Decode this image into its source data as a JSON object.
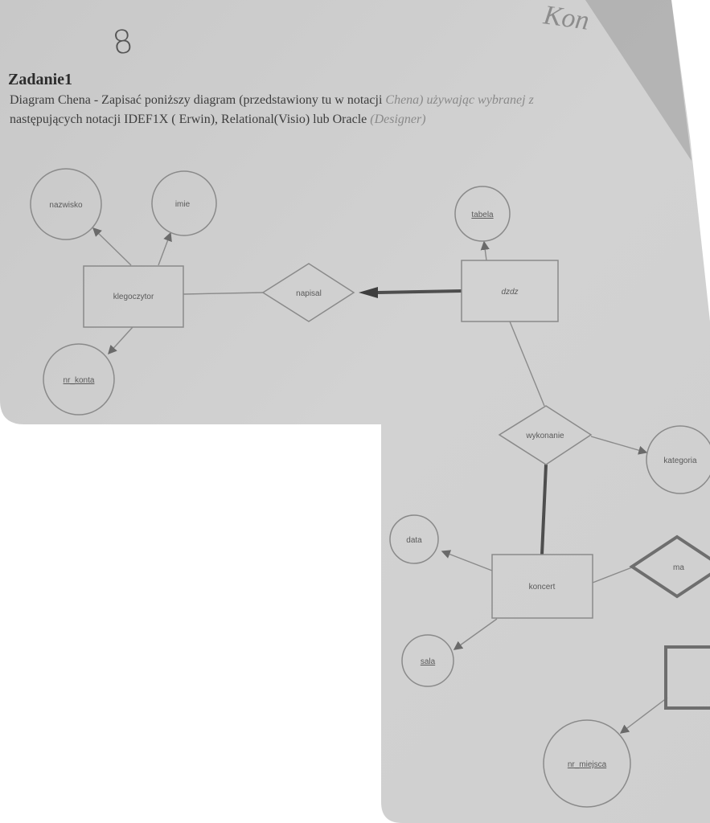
{
  "page": {
    "handwritten_number": "8",
    "handwritten_corner": "Kon",
    "heading": "Zadanie1",
    "line1_main": "Diagram Chena - Zapisać poniższy diagram (przedstawiony tu w notacji ",
    "line1_faded": "Chena) używając wybranej z",
    "line2_main": "następujących notacji IDEF1X ( Erwin), Relational(Visio)  lub Oracle ",
    "line2_faded": "(Designer)"
  },
  "diagram": {
    "entities": {
      "klient": "klegoczytor",
      "dzial": "dzdz",
      "koncert": "koncert"
    },
    "relationships": {
      "napisal": "napisal",
      "wykonanie": "wykonanie",
      "ma": "ma"
    },
    "attributes": {
      "nazwisko": "nazwisko",
      "imie": "imie",
      "nr_konta": "nr_konta",
      "tabela": "tabela",
      "kategoria": "kategoria",
      "data": "data",
      "sala": "sala",
      "nr_miejsca": "nr_miejsca"
    }
  },
  "colors": {
    "paper": "#d0d0d0",
    "background": "#ffffff",
    "ink": "#3d3d3d"
  }
}
